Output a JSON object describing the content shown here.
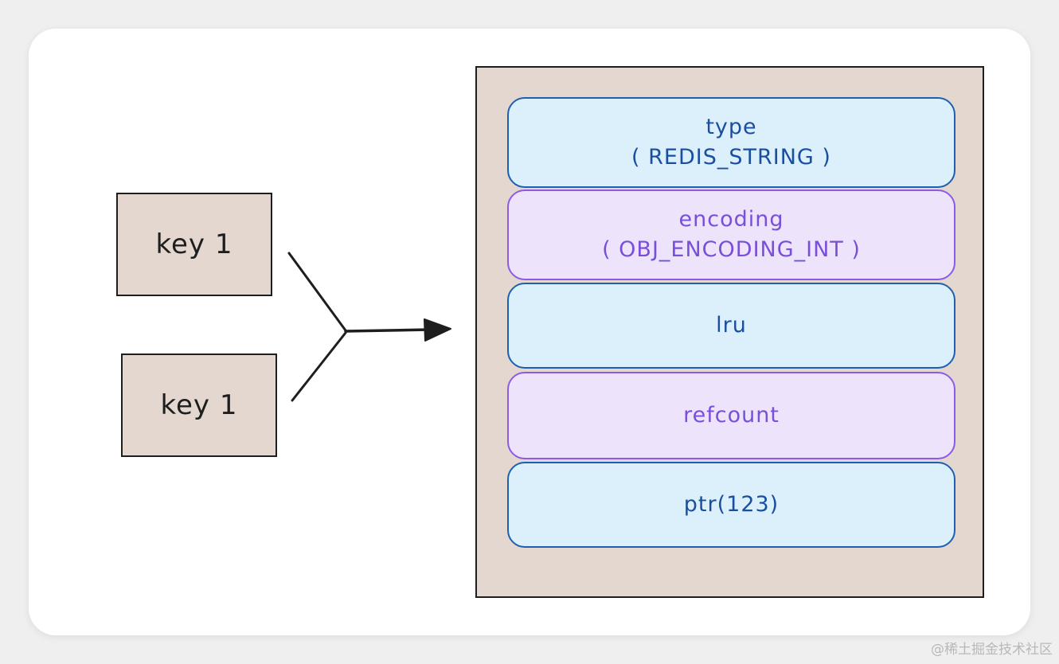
{
  "keys": [
    {
      "label": "key 1"
    },
    {
      "label": "key 1"
    }
  ],
  "object": {
    "fields": [
      {
        "line1": "type",
        "line2": "( REDIS_STRING )",
        "style": "blue"
      },
      {
        "line1": "encoding",
        "line2": "( OBJ_ENCODING_INT )",
        "style": "purple"
      },
      {
        "line1": "lru",
        "line2": "",
        "style": "blue"
      },
      {
        "line1": "refcount",
        "line2": "",
        "style": "purple"
      },
      {
        "line1": "ptr(123)",
        "line2": "",
        "style": "blue"
      }
    ]
  },
  "watermark": "@稀土掘金技术社区",
  "colors": {
    "box_fill": "#e3d7d0",
    "blue_fill": "#dcf0fc",
    "blue_stroke": "#1d5fb0",
    "purple_fill": "#ede3fb",
    "purple_stroke": "#8a5ce6",
    "ink": "#1e1e1e"
  }
}
